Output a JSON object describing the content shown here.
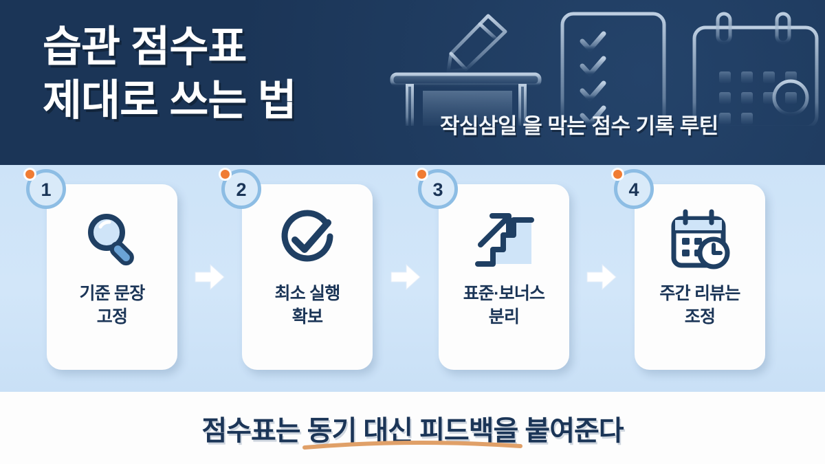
{
  "header": {
    "title_line1": "습관 점수표",
    "title_line2": "제대로 쓰는 법",
    "subtitle": "작심삼일 을 막는 점수 기록 루틴",
    "background_color": "#1b3557",
    "icons": [
      "desk-icon",
      "pencil-icon",
      "checklist-icon",
      "calendar-icon"
    ]
  },
  "band": {
    "background_color": "#cfe4f8",
    "steps": [
      {
        "number": "1",
        "label_line1": "기준 문장",
        "label_line2": "고정",
        "icon": "magnifier-icon"
      },
      {
        "number": "2",
        "label_line1": "최소 실행",
        "label_line2": "확보",
        "icon": "check-circle-icon"
      },
      {
        "number": "3",
        "label_line1": "표준·보너스",
        "label_line2": "분리",
        "icon": "stairs-up-arrow-icon"
      },
      {
        "number": "4",
        "label_line1": "주간 리뷰는",
        "label_line2": "조정",
        "icon": "calendar-clock-icon"
      }
    ],
    "arrow_icon": "arrow-right-icon",
    "badge_dot_color": "#f07c33",
    "badge_ring_color": "#8dbde4"
  },
  "footer": {
    "caption": "점수표는 동기 대신 피드백을 붙여준다",
    "underline_color": "#e0a068",
    "text_color": "#1b3557"
  }
}
